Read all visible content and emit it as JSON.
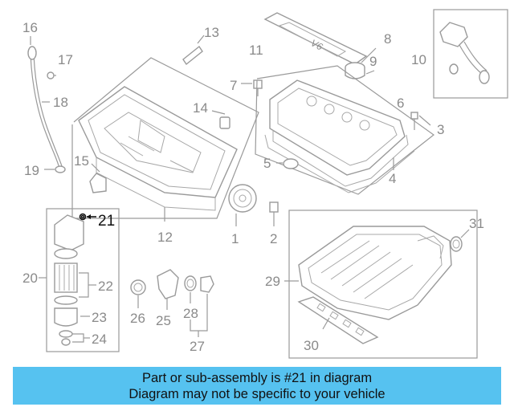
{
  "callouts": [
    {
      "id": "1",
      "label": "1"
    },
    {
      "id": "2",
      "label": "2"
    },
    {
      "id": "3",
      "label": "3"
    },
    {
      "id": "4",
      "label": "4"
    },
    {
      "id": "5",
      "label": "5"
    },
    {
      "id": "6",
      "label": "6"
    },
    {
      "id": "7",
      "label": "7"
    },
    {
      "id": "8",
      "label": "8"
    },
    {
      "id": "9",
      "label": "9"
    },
    {
      "id": "10",
      "label": "10"
    },
    {
      "id": "11",
      "label": "11"
    },
    {
      "id": "12",
      "label": "12"
    },
    {
      "id": "13",
      "label": "13"
    },
    {
      "id": "14",
      "label": "14"
    },
    {
      "id": "15",
      "label": "15"
    },
    {
      "id": "16",
      "label": "16"
    },
    {
      "id": "17",
      "label": "17"
    },
    {
      "id": "18",
      "label": "18"
    },
    {
      "id": "19",
      "label": "19"
    },
    {
      "id": "20",
      "label": "20"
    },
    {
      "id": "21",
      "label": "21"
    },
    {
      "id": "22",
      "label": "22"
    },
    {
      "id": "23",
      "label": "23"
    },
    {
      "id": "24",
      "label": "24"
    },
    {
      "id": "25",
      "label": "25"
    },
    {
      "id": "26",
      "label": "26"
    },
    {
      "id": "27",
      "label": "27"
    },
    {
      "id": "28",
      "label": "28"
    },
    {
      "id": "29",
      "label": "29"
    },
    {
      "id": "30",
      "label": "30"
    },
    {
      "id": "31",
      "label": "31"
    }
  ],
  "cover_logo_text": "V6",
  "highlighted_part": "21",
  "banner": {
    "line1": "Part or sub-assembly is #21 in diagram",
    "line2": "Diagram may not be specific to your vehicle",
    "color": "#56c2f0"
  },
  "colors": {
    "line_gray": "#9a9a9a",
    "highlight": "#111111"
  }
}
